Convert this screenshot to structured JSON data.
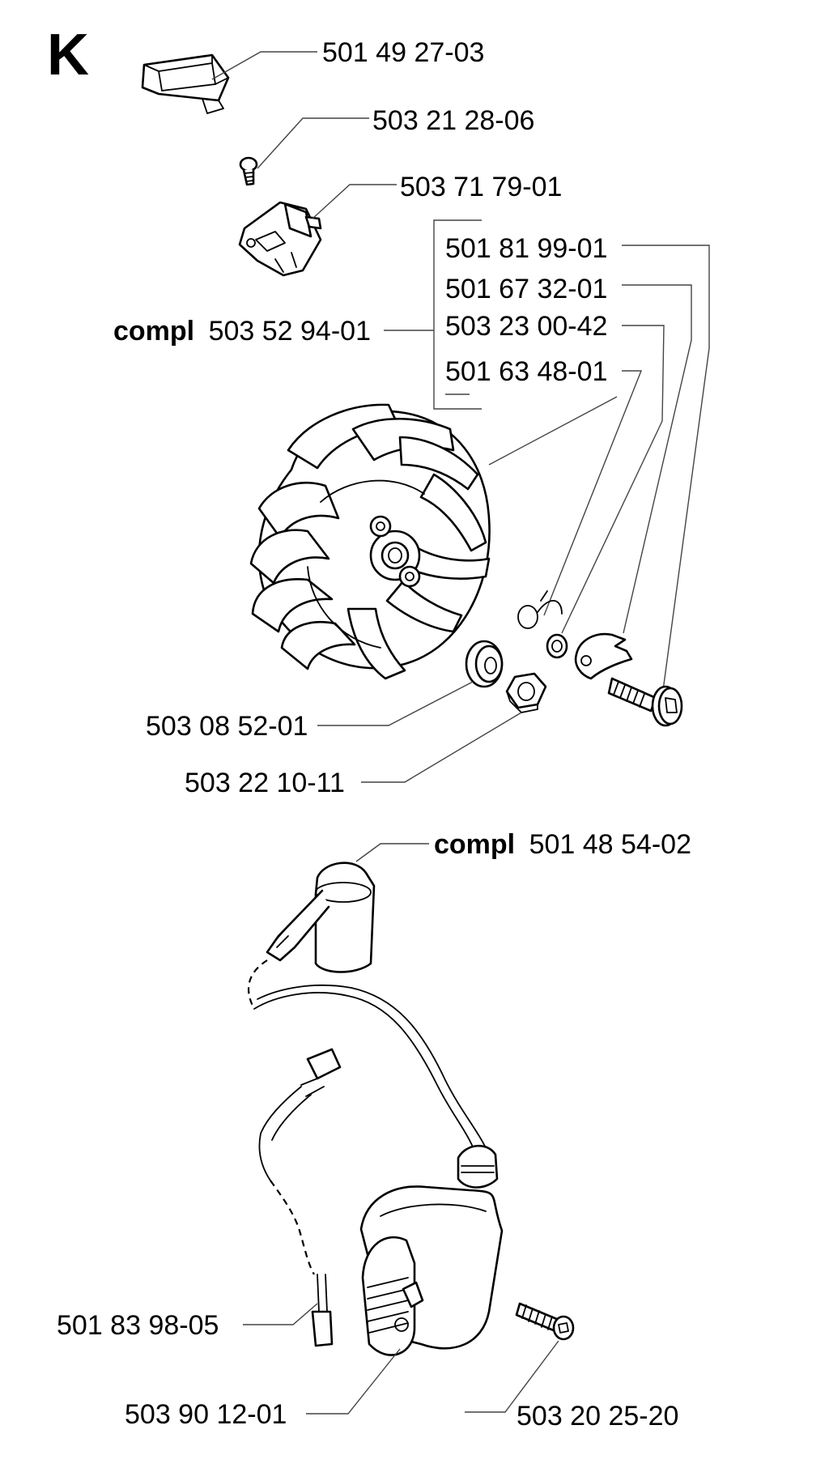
{
  "section_letter": "K",
  "labels": {
    "flywheel_cover": "501 49 27-03",
    "cover_screw": "503 21 28-06",
    "stop_switch": "503 71 79-01",
    "kit_item_1": "501 81 99-01",
    "kit_item_2": "501 67 32-01",
    "kit_item_3": "503 23 00-42",
    "kit_item_4": "501 63 48-01",
    "kit_compl_word": "compl",
    "kit_compl_number": "503 52 94-01",
    "washer": "503 08 52-01",
    "flywheel_nut": "503 22 10-11",
    "plug_cap_compl_word": "compl",
    "plug_cap_compl_number": "501 48 54-02",
    "short_circuit_cable": "501 83 98-05",
    "ignition_module": "503 90 12-01",
    "module_screw": "503 20 25-20"
  },
  "icons": [
    "flywheel-icon",
    "ignition-module-icon",
    "spark-plug-cap-icon",
    "screw-icon",
    "nut-icon",
    "washer-icon",
    "pawl-icon",
    "spring-icon",
    "switch-icon",
    "cover-icon"
  ]
}
